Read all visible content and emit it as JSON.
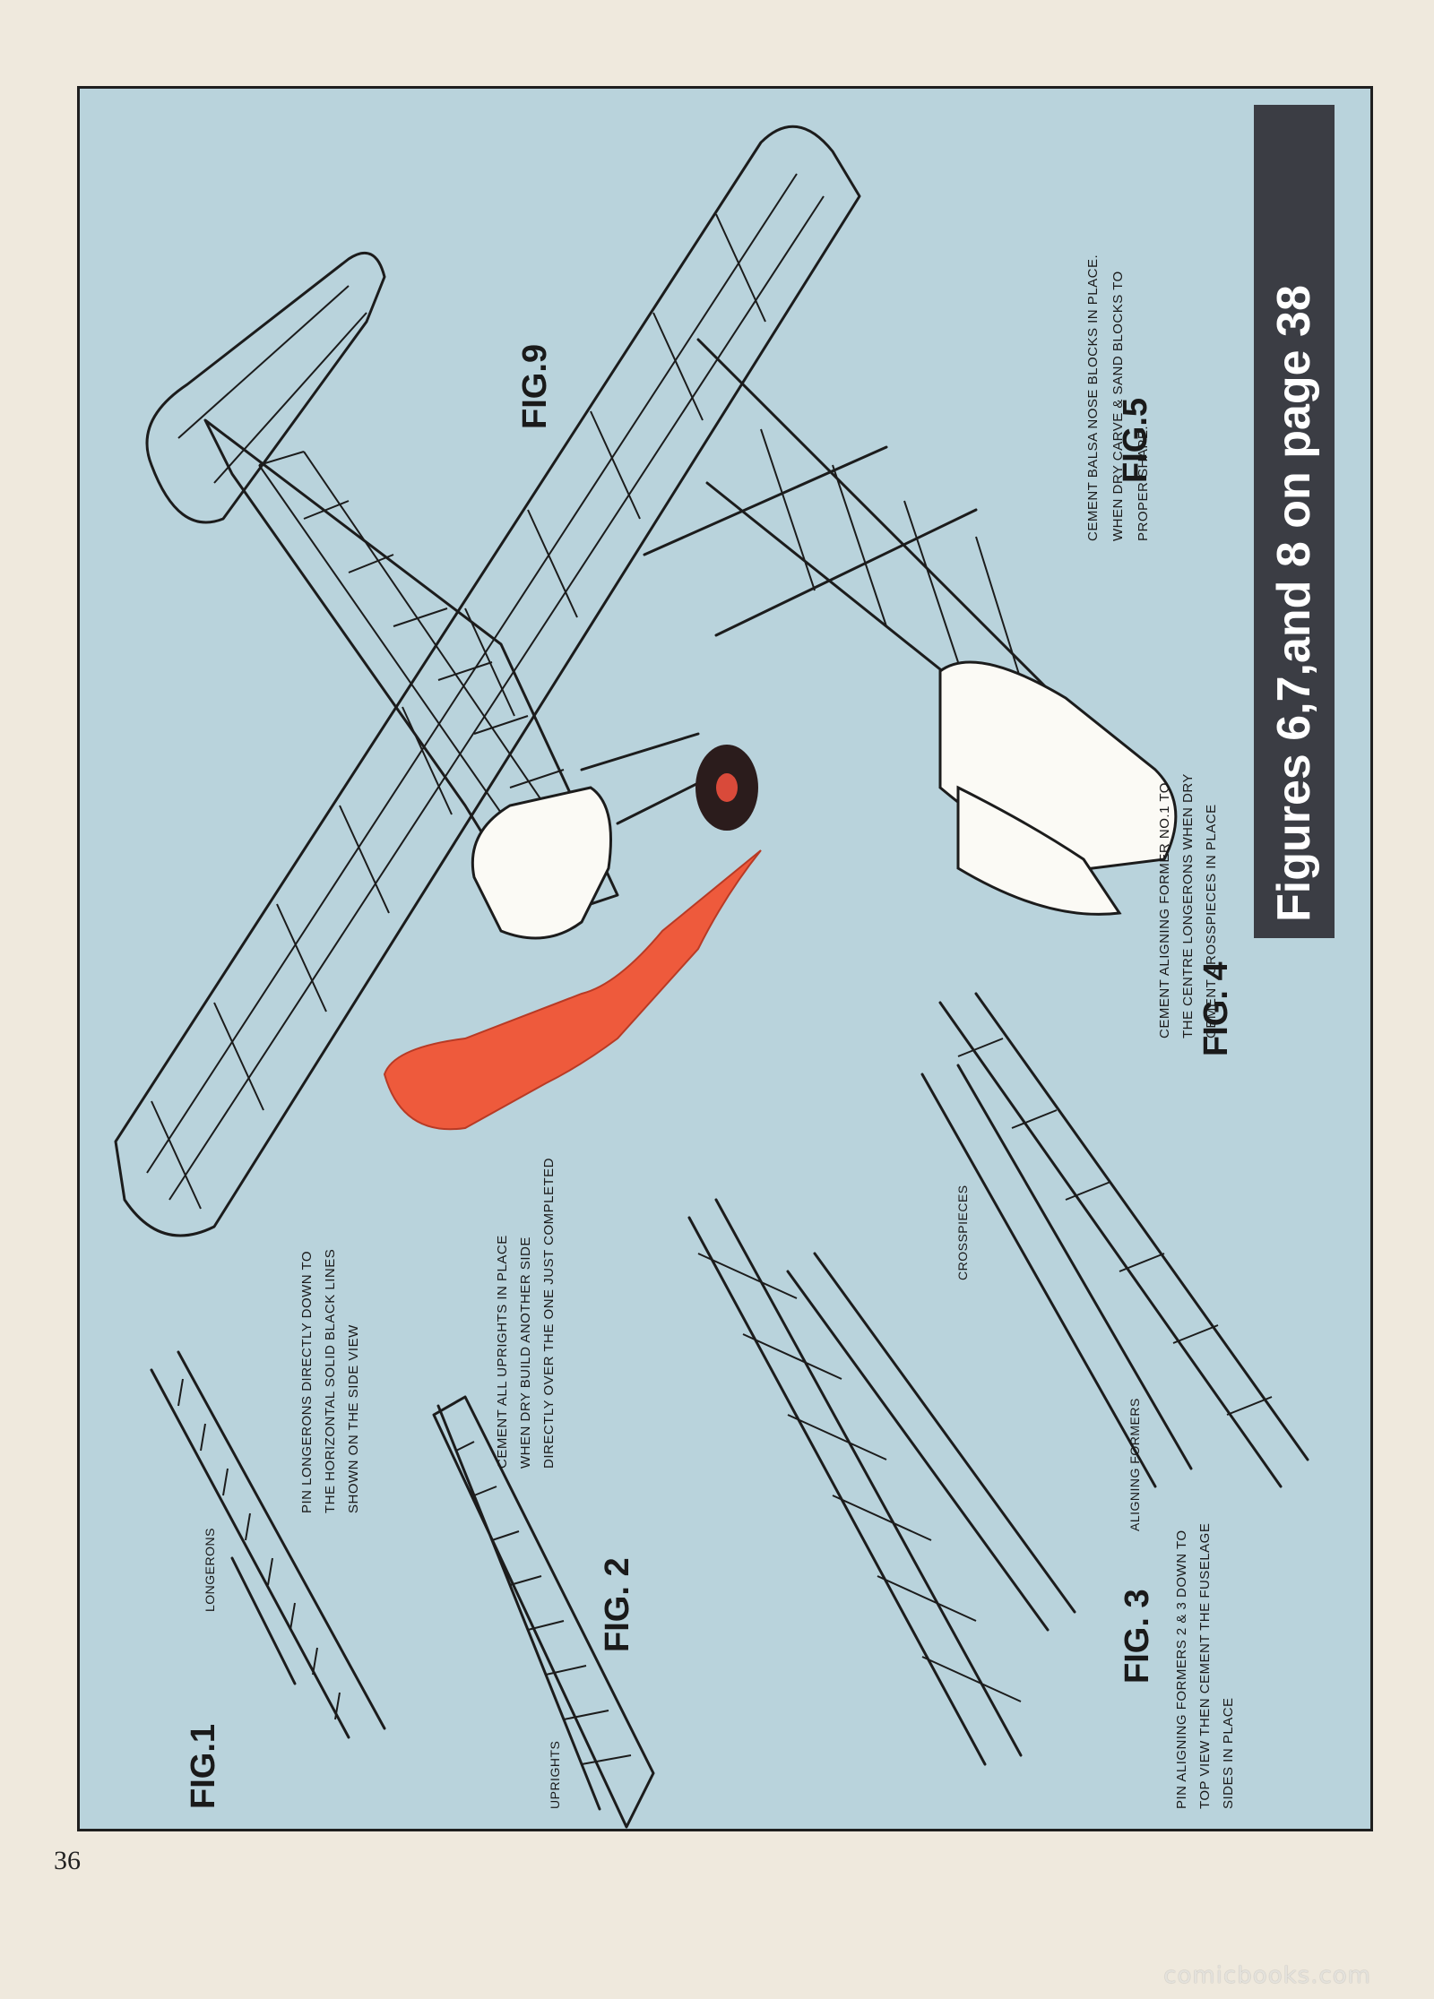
{
  "banner": {
    "text": "Figures 6,7,and 8 on page 38",
    "bg": "#3b3d44"
  },
  "figures": {
    "fig1": {
      "title": "FIG.1",
      "label": "LONGERONS",
      "note": [
        "PIN LONGERONS DIRECTLY DOWN TO",
        "THE HORIZONTAL  SOLID BLACK LINES",
        "SHOWN ON THE  SIDE VIEW"
      ]
    },
    "fig2": {
      "title": "FIG. 2",
      "label": "UPRIGHTS",
      "note": [
        "CEMENT ALL UPRIGHTS IN PLACE",
        "WHEN DRY BUILD ANOTHER SIDE",
        "DIRECTLY OVER THE ONE JUST COMPLETED"
      ]
    },
    "fig3": {
      "title": "FIG. 3",
      "label": "ALIGNING FORMERS",
      "note": [
        "PIN ALIGNING FORMERS 2 & 3 DOWN TO",
        "TOP VIEW  THEN CEMENT THE FUSELAGE",
        "SIDES IN PLACE"
      ]
    },
    "fig4": {
      "title": "FIG. 4",
      "label": "CROSSPIECES",
      "note": [
        "CEMENT ALIGNING FORMER NO.1 TO",
        "THE  CENTRE LONGERONS WHEN DRY",
        "CEMENT CROSSPIECES IN PLACE"
      ]
    },
    "fig5": {
      "title": "FIG.5",
      "note": [
        "CEMENT BALSA NOSE BLOCKS IN PLACE.",
        "WHEN DRY CARVE & SAND BLOCKS TO",
        "PROPER SHAPE."
      ]
    },
    "fig9": {
      "title": "FIG.9"
    }
  },
  "colors": {
    "panel": "#b9d3dc",
    "propeller": "#ee5a3c",
    "ink": "#1c1c1c"
  },
  "page_number": "36",
  "watermark": "comicbooks.com"
}
